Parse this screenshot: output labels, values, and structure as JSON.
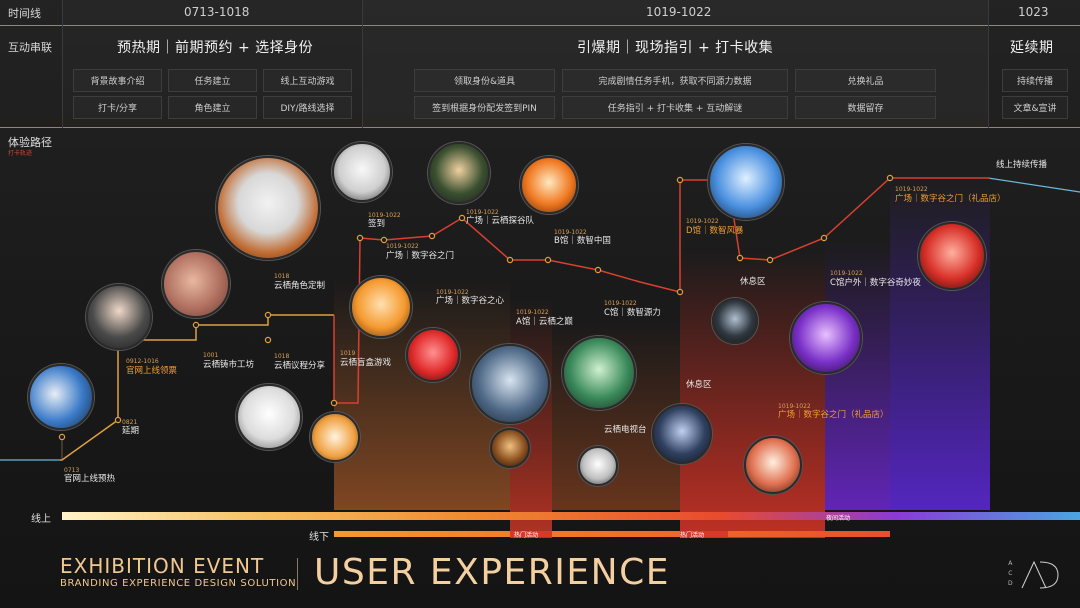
{
  "header": {
    "timeline_label": "时间线",
    "interaction_label": "互动串联",
    "dates": [
      "0713-1018",
      "1019-1022",
      "1023"
    ]
  },
  "phases": [
    "预热期｜前期预约 + 选择身份",
    "引爆期｜现场指引 + 打卡收集",
    "延续期"
  ],
  "boxes": [
    "背景故事介绍",
    "任务建立",
    "线上互动游戏",
    "打卡/分享",
    "角色建立",
    "DIY/路线选择",
    "领取身份&道具",
    "完成剧情任务手机，获取不同源力数据",
    "兑换礼品",
    "签到根据身份配发签到PIN",
    "任务指引 + 打卡收集 + 互动解谜",
    "数据留存",
    "持续传播",
    "文章&宣讲"
  ],
  "path": {
    "title": "体验路径",
    "subtitle": "打卡轨迹",
    "online_spread": "线上持续传播"
  },
  "nodes": [
    {
      "date": "0713",
      "label": "官网上线预热"
    },
    {
      "date": "0821",
      "label": "延期"
    },
    {
      "date": "0912-1016",
      "label": "官网上线领票"
    },
    {
      "date": "1001",
      "label": "云栖铸市工坊"
    },
    {
      "date": "1018",
      "label": "云栖议程分享"
    },
    {
      "date": "1018",
      "label": "云栖角色定制"
    },
    {
      "date": "1019",
      "label": "云栖盲盒游戏"
    },
    {
      "date": "1019-1022",
      "label": "签到"
    },
    {
      "date": "1019-1022",
      "label": "广场｜数字谷之门"
    },
    {
      "date": "1019-1022",
      "label": "广场｜数字谷之心"
    },
    {
      "date": "1019-1022",
      "label": "广场｜云栖探谷队"
    },
    {
      "date": "1019-1022",
      "label": "A馆｜云栖之巅"
    },
    {
      "date": "1019-1022",
      "label": "B馆｜数智中国"
    },
    {
      "date": "1019-1022",
      "label": "C馆｜数智源力"
    },
    {
      "label": "云栖电视台"
    },
    {
      "label": "休息区"
    },
    {
      "date": "1019-1022",
      "label": "D馆｜数智风暴"
    },
    {
      "label": "休息区"
    },
    {
      "date": "1019-1022",
      "label": "广场｜数字谷之门（礼品店）"
    },
    {
      "date": "1019-1022",
      "label": "C馆户外｜数字谷奇妙夜"
    },
    {
      "date": "1019-1022",
      "label": "广场｜数字谷之门（礼品店）"
    }
  ],
  "bars": {
    "online": "线上",
    "offline": "线下",
    "hot1": "热门活动",
    "hot2": "热门活动",
    "night": "夜间活动"
  },
  "footer": {
    "event_title": "EXHIBITION EVENT",
    "event_sub": "BRANDING EXPERIENCE DESIGN SOLUTION",
    "main_title": "USER EXPERIENCE",
    "logo_letters": [
      "A",
      "C",
      "D"
    ]
  },
  "colors": {
    "accent_orange": "#f0a030",
    "path_red": "#d8402f",
    "online_line": "#6fb6d8",
    "night_purple": "#6a2fd0"
  }
}
